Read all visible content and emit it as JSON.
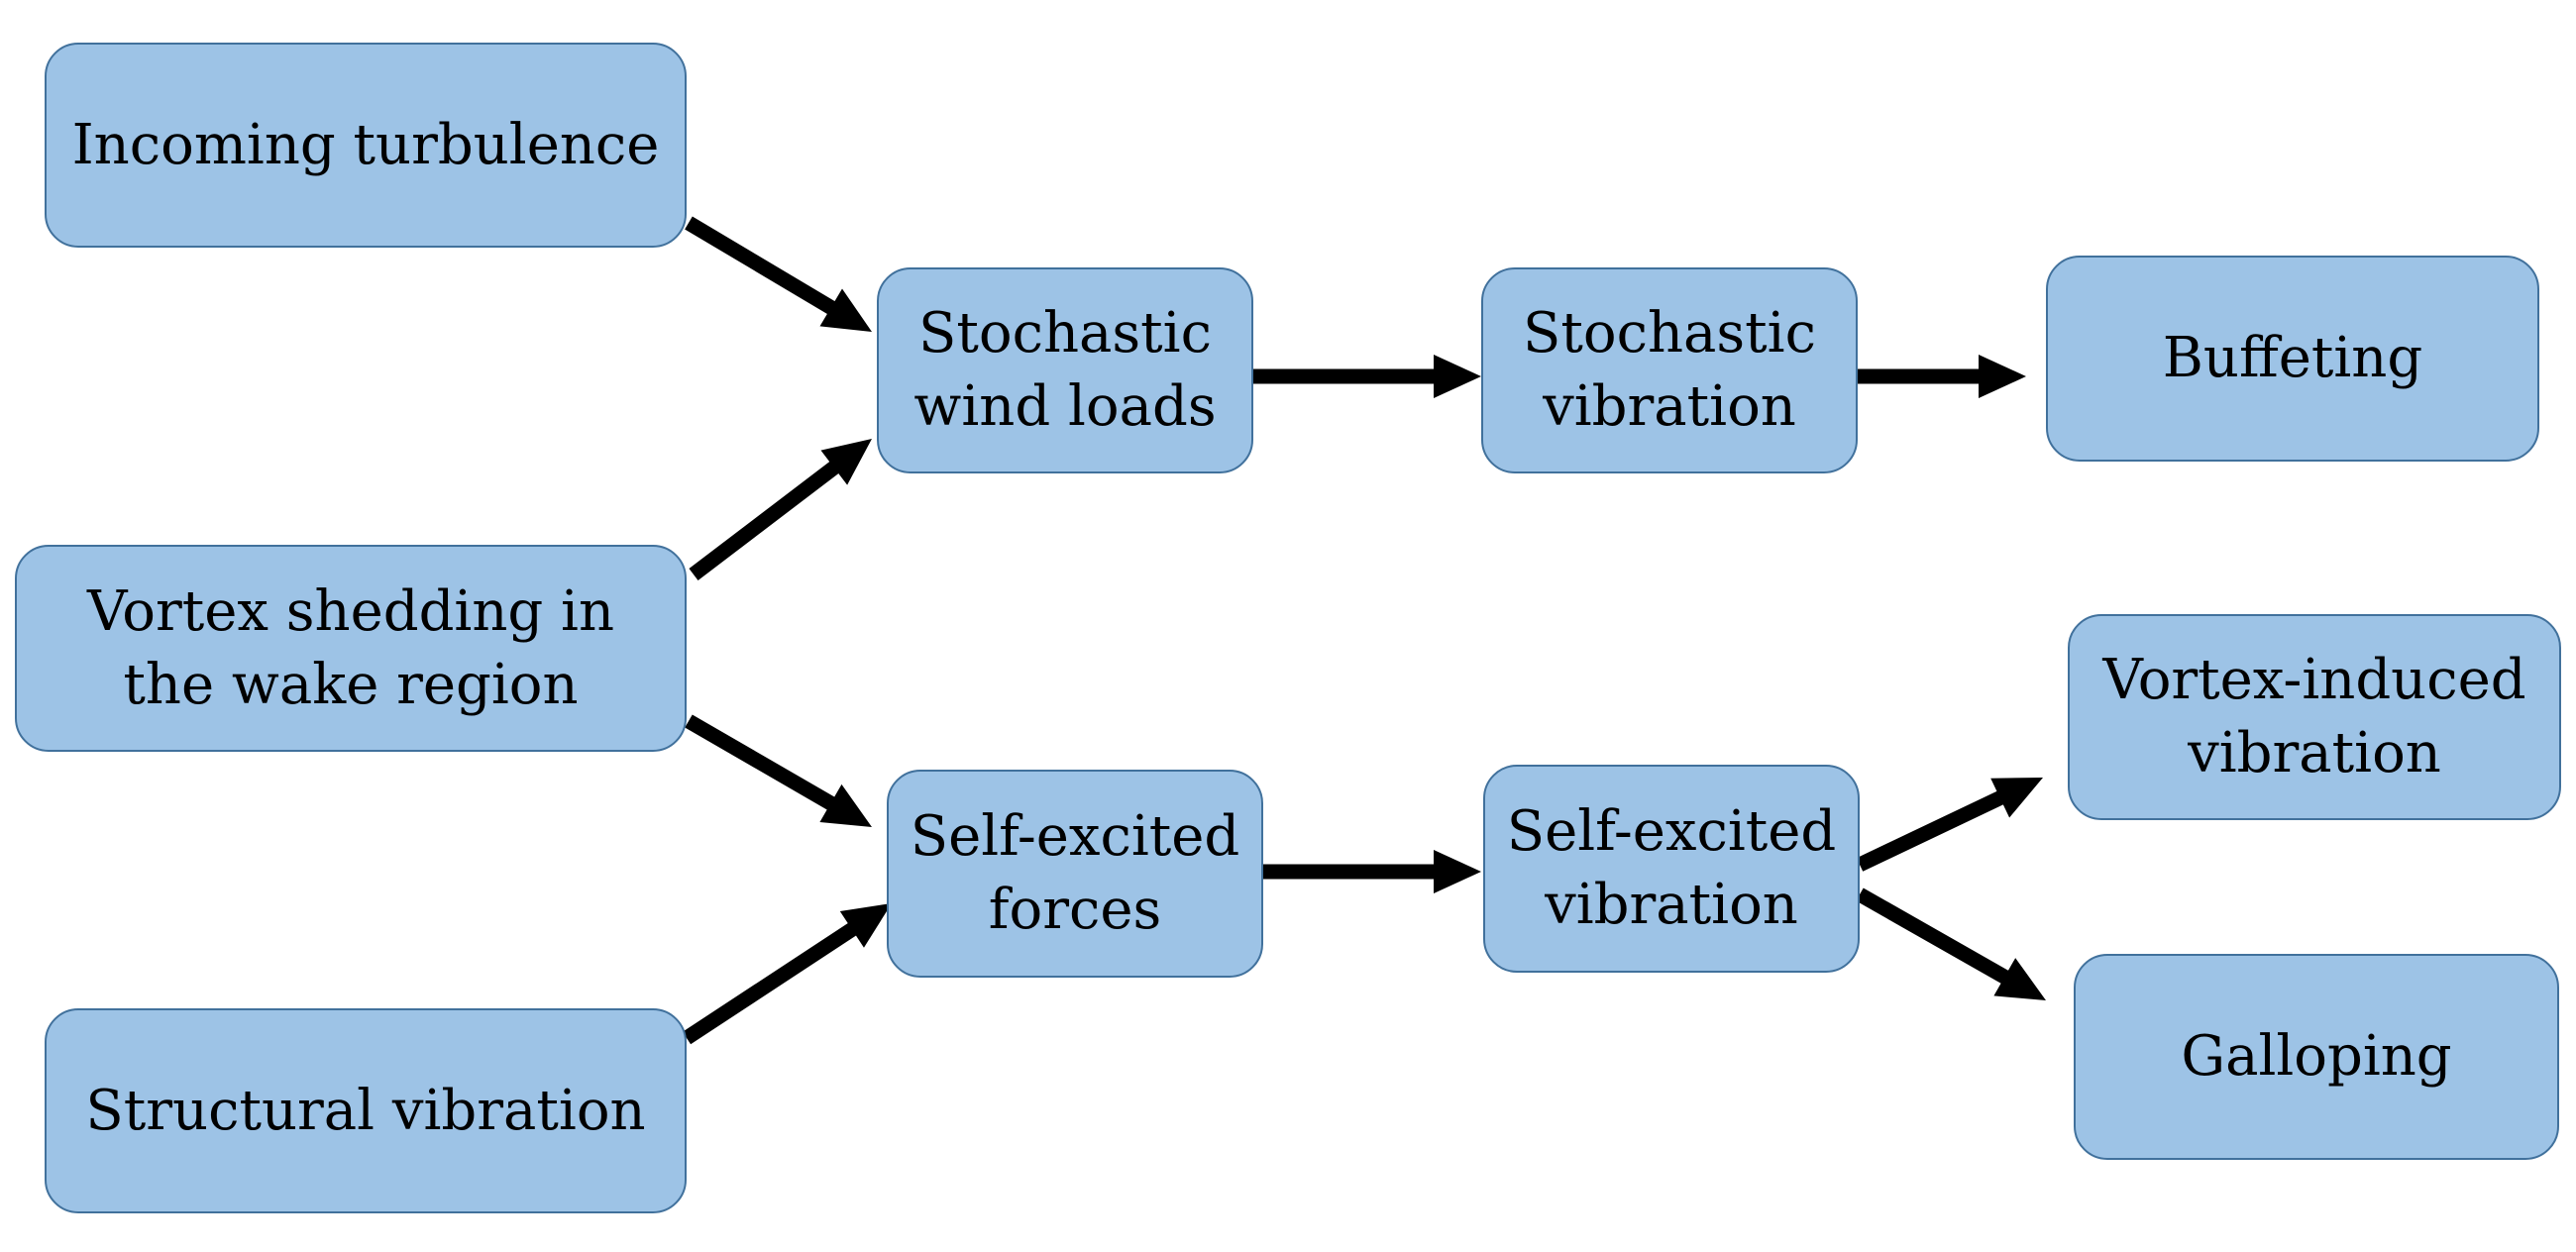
{
  "colors": {
    "node_fill": "#9dc3e6",
    "node_border": "#41719c",
    "arrow": "#000000",
    "background": "#ffffff"
  },
  "nodes": {
    "incoming_turbulence": {
      "lines": [
        "Incoming turbulence"
      ]
    },
    "vortex_shedding": {
      "lines": [
        "Vortex shedding in",
        "the wake region"
      ]
    },
    "structural_vibration": {
      "lines": [
        "Structural vibration"
      ]
    },
    "stochastic_wind_loads": {
      "lines": [
        "Stochastic",
        "wind loads"
      ]
    },
    "self_excited_forces": {
      "lines": [
        "Self-excited",
        "forces"
      ]
    },
    "stochastic_vibration": {
      "lines": [
        "Stochastic",
        "vibration"
      ]
    },
    "self_excited_vibration": {
      "lines": [
        "Self-excited",
        "vibration"
      ]
    },
    "buffeting": {
      "lines": [
        "Buffeting"
      ]
    },
    "vortex_induced_vibration": {
      "lines": [
        "Vortex-induced",
        "vibration"
      ]
    },
    "galloping": {
      "lines": [
        "Galloping"
      ]
    }
  },
  "edges": [
    {
      "from": "incoming_turbulence",
      "to": "stochastic_wind_loads"
    },
    {
      "from": "vortex_shedding",
      "to": "stochastic_wind_loads"
    },
    {
      "from": "vortex_shedding",
      "to": "self_excited_forces"
    },
    {
      "from": "structural_vibration",
      "to": "self_excited_forces"
    },
    {
      "from": "stochastic_wind_loads",
      "to": "stochastic_vibration"
    },
    {
      "from": "stochastic_vibration",
      "to": "buffeting"
    },
    {
      "from": "self_excited_forces",
      "to": "self_excited_vibration"
    },
    {
      "from": "self_excited_vibration",
      "to": "vortex_induced_vibration"
    },
    {
      "from": "self_excited_vibration",
      "to": "galloping"
    }
  ]
}
